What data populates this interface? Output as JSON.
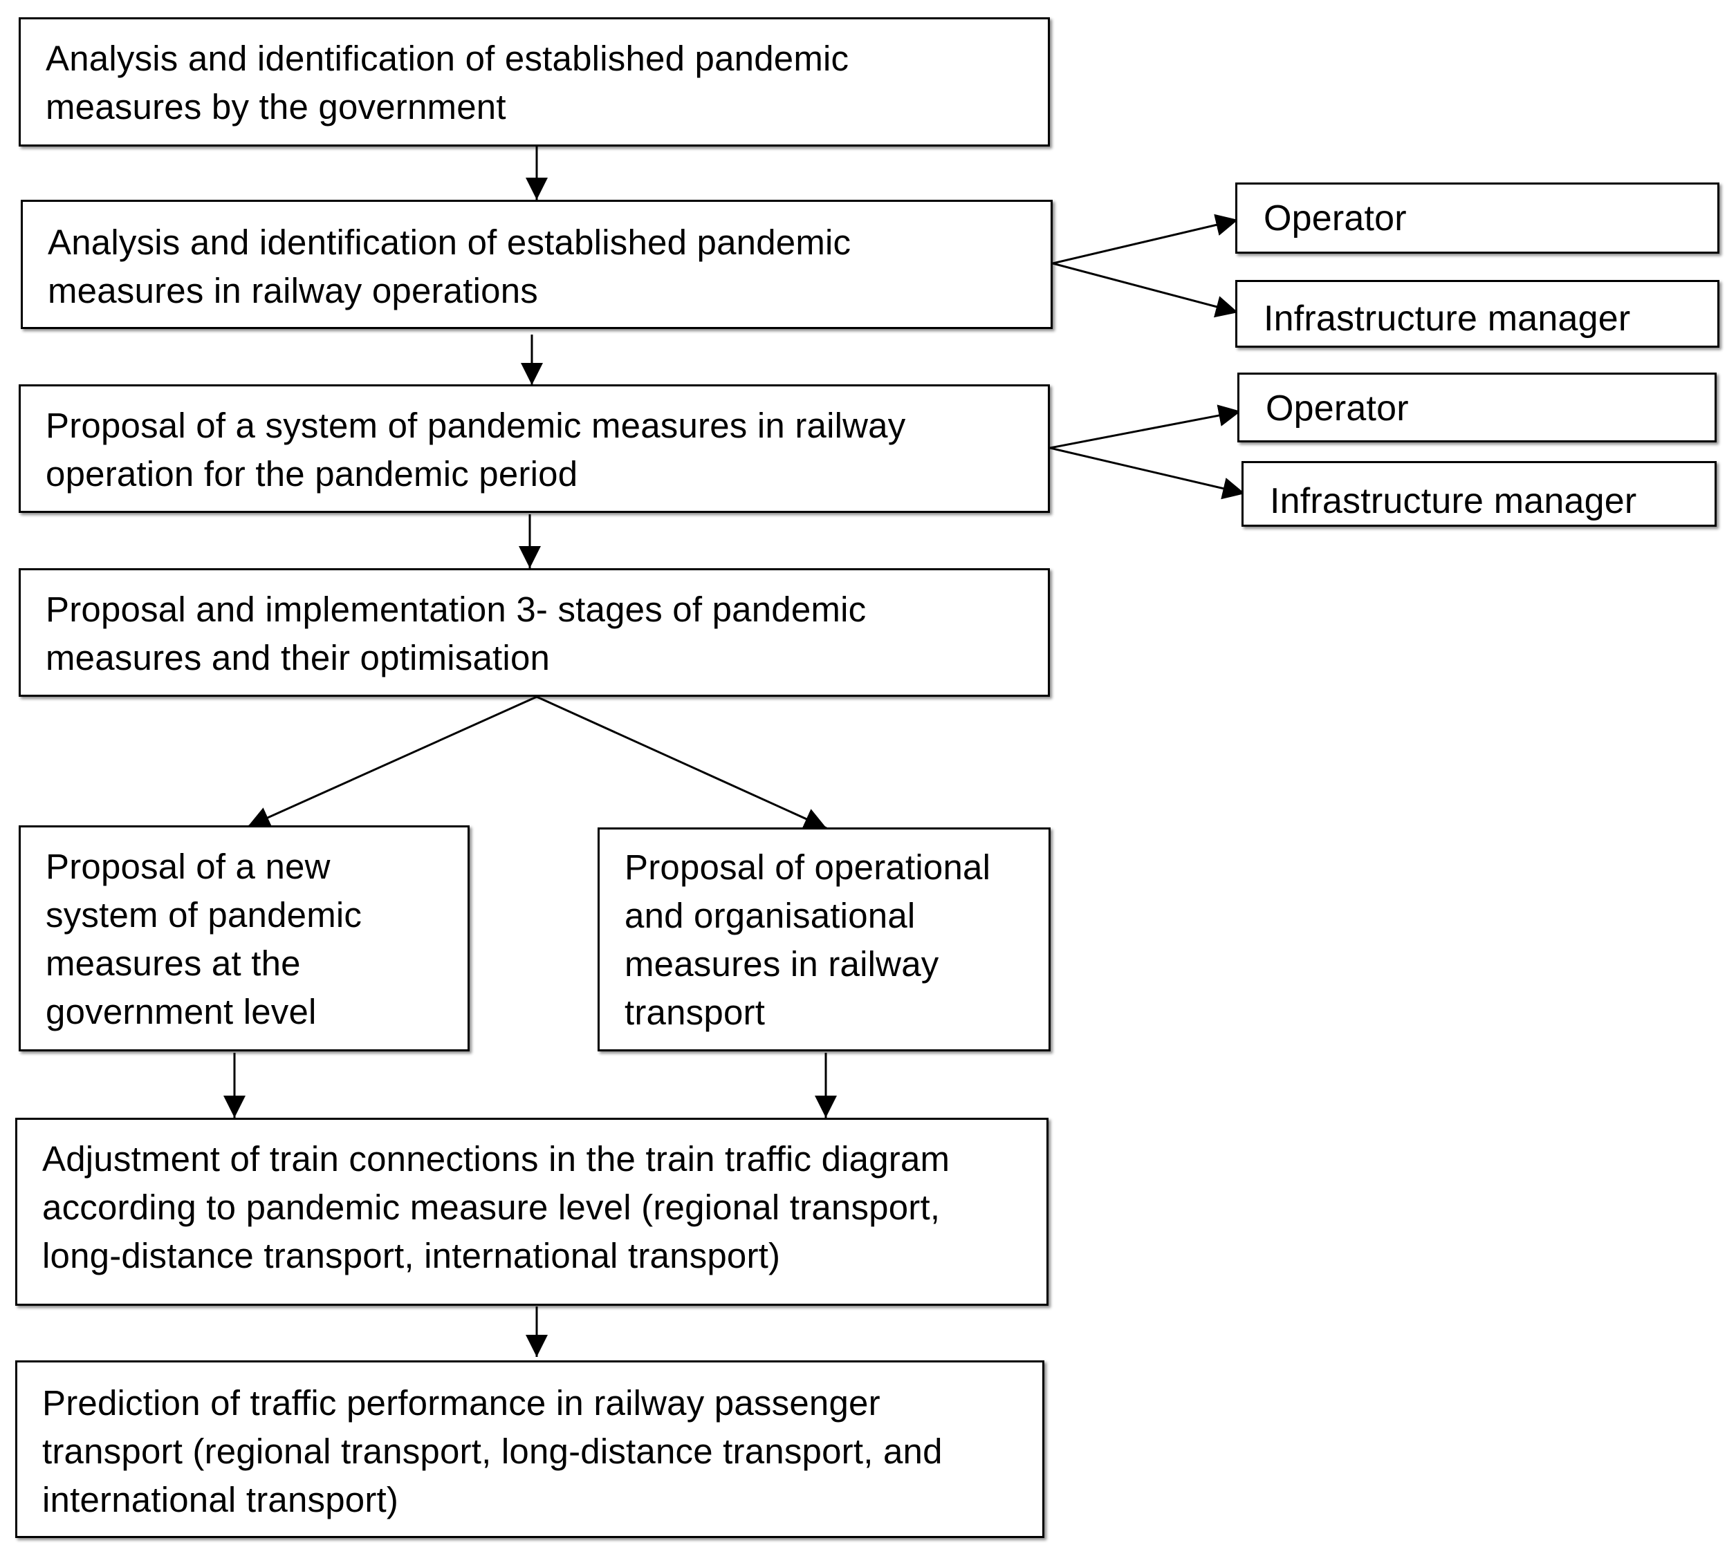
{
  "steps": {
    "government_analysis": "Analysis and identification of established pandemic\nmeasures by the government",
    "railway_analysis": "Analysis and identification of established pandemic\nmeasures in railway operations",
    "system_proposal": "Proposal of a system of pandemic measures in railway\noperation for the pandemic period",
    "three_stages": "Proposal and implementation 3- stages of pandemic\nmeasures and their optimisation",
    "government_level": "Proposal of a new\nsystem of pandemic\nmeasures at the\ngovernment level",
    "operational_measures": "Proposal of operational\nand organisational\nmeasures in railway\ntransport",
    "adjustment": "Adjustment of train connections in the train traffic diagram\naccording to pandemic measure level (regional transport,\nlong-distance transport, international transport)",
    "prediction": "Prediction of traffic performance in railway passenger\ntransport (regional transport, long-distance transport, and\ninternational transport)"
  },
  "branches": {
    "railway_analysis": {
      "operator": "Operator",
      "infrastructure_manager": "Infrastructure manager"
    },
    "system_proposal": {
      "operator": "Operator",
      "infrastructure_manager": "Infrastructure manager"
    }
  }
}
